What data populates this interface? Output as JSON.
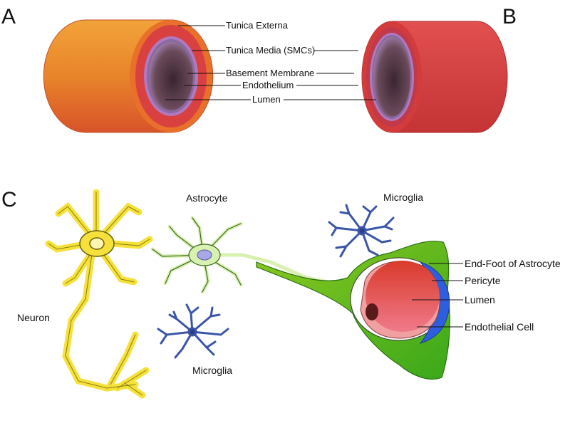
{
  "panels": {
    "a": "A",
    "b": "B",
    "c": "C"
  },
  "vessel_labels": {
    "tunica_externa": "Tunica Externa",
    "tunica_media": "Tunica Media (SMCs)",
    "basement_membrane": "Basement Membrane",
    "endothelium": "Endothelium",
    "lumen": "Lumen"
  },
  "nvu_labels": {
    "neuron": "Neuron",
    "astrocyte": "Astrocyte",
    "microglia_top": "Microglia",
    "microglia_bottom": "Microglia",
    "end_foot": "End-Foot of Astrocyte",
    "pericyte": "Pericyte",
    "lumen": "Lumen",
    "endothelial_cell": "Endothelial Cell"
  },
  "colors": {
    "artery_outer": "#e8842a",
    "artery_media": "#d94040",
    "vein_outer": "#d43c3c",
    "lumen": "#6a4a5a",
    "neuron": "#f5e13a",
    "astrocyte": "#d8f0b0",
    "microglia": "#3a55a8",
    "end_foot": "#7cc21e",
    "pericyte": "#3a6fe0"
  }
}
